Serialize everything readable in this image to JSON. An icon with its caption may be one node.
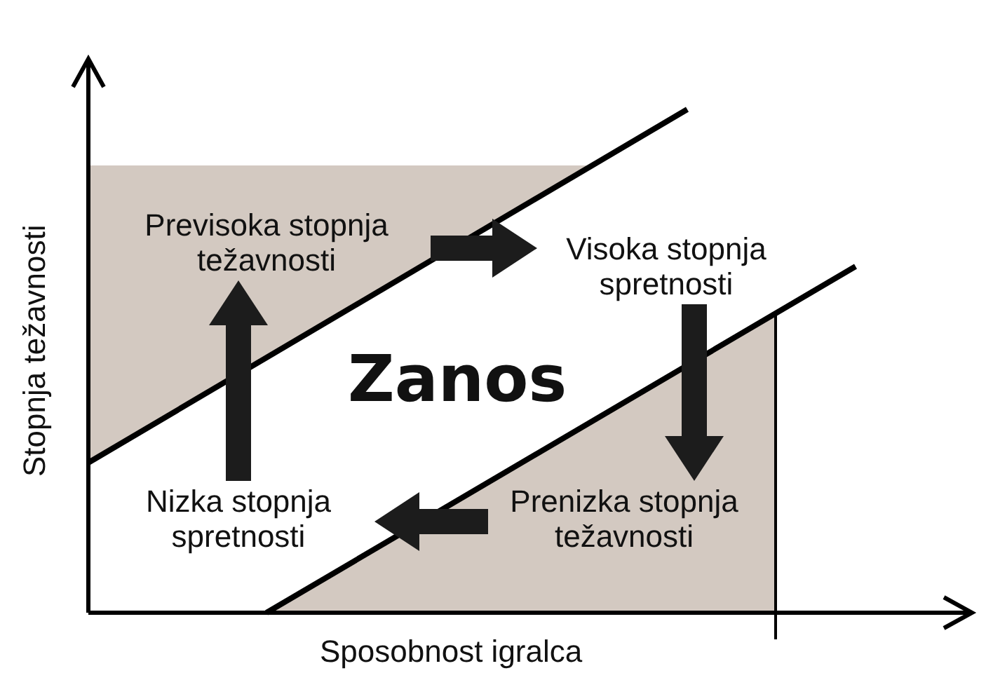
{
  "diagram": {
    "nodes": [
      {
        "text": [
          "Previsoka stopnja težavnosti"
        ]
      },
      {
        "text": [
          "Visoka stopnja spretnosti"
        ]
      },
      {
        "text": [
          "Nizka stopnja spretnosti"
        ]
      },
      {
        "text": [
          "Prenizka stopnja težavnosti"
        ]
      }
    ],
    "edges": [
      {
        "from": 0,
        "to": 1,
        "arrow": "to"
      },
      {
        "from": 1,
        "to": 3,
        "arrow": "to"
      },
      {
        "from": 3,
        "to": 2,
        "arrow": "to"
      },
      {
        "from": 2,
        "to": 0,
        "arrow": "to"
      }
    ],
    "labels": [
      "Stopnja težavnosti",
      "Zanos",
      "Sposobnost igralca"
    ]
  }
}
